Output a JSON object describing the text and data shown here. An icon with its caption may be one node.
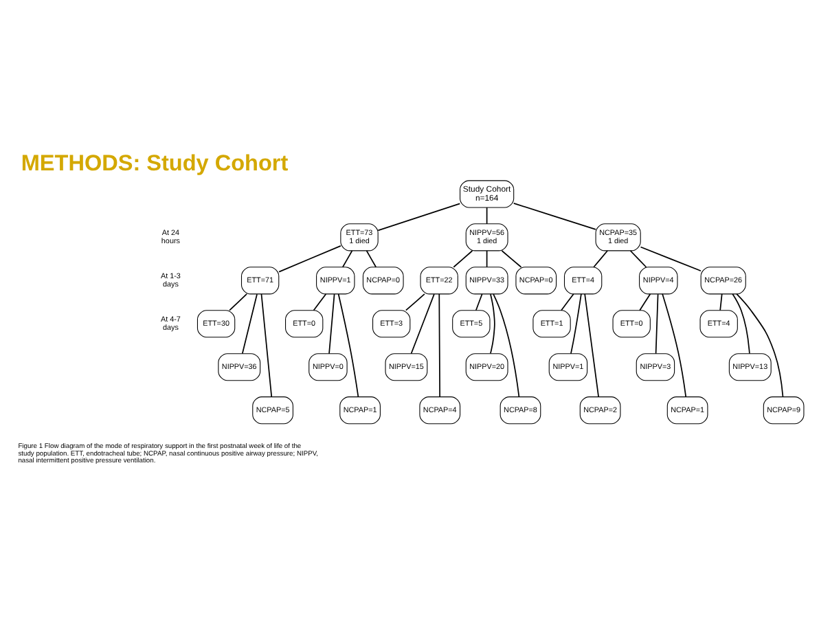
{
  "diagram": {
    "title": "METHODS: Study Cohort",
    "nodes": [
      {
        "text": [
          "Study Cohort",
          "n=164"
        ]
      },
      {
        "text": [
          "ETT=73",
          "1 died"
        ]
      },
      {
        "text": [
          "NIPPV=56",
          "1 died"
        ]
      },
      {
        "text": [
          "NCPAP=35",
          "1 died"
        ]
      },
      {
        "text": [
          "ETT=71"
        ]
      },
      {
        "text": [
          "NIPPV=1"
        ]
      },
      {
        "text": [
          "NCPAP=0"
        ]
      },
      {
        "text": [
          "ETT=22"
        ]
      },
      {
        "text": [
          "NIPPV=33"
        ]
      },
      {
        "text": [
          "NCPAP=0"
        ]
      },
      {
        "text": [
          "ETT=4"
        ]
      },
      {
        "text": [
          "NIPPV=4"
        ]
      },
      {
        "text": [
          "NCPAP=26"
        ]
      },
      {
        "text": [
          "ETT=30"
        ]
      },
      {
        "text": [
          "NIPPV=36"
        ]
      },
      {
        "text": [
          "NCPAP=5"
        ]
      },
      {
        "text": [
          "ETT=0"
        ]
      },
      {
        "text": [
          "NIPPV=0"
        ]
      },
      {
        "text": [
          "NCPAP=1"
        ]
      },
      {
        "text": [
          "ETT=3"
        ]
      },
      {
        "text": [
          "NIPPV=15"
        ]
      },
      {
        "text": [
          "NCPAP=4"
        ]
      },
      {
        "text": [
          "ETT=5"
        ]
      },
      {
        "text": [
          "NIPPV=20"
        ]
      },
      {
        "text": [
          "NCPAP=8"
        ]
      },
      {
        "text": [
          "ETT=1"
        ]
      },
      {
        "text": [
          "NIPPV=1"
        ]
      },
      {
        "text": [
          "NCPAP=2"
        ]
      },
      {
        "text": [
          "ETT=0"
        ]
      },
      {
        "text": [
          "NIPPV=3"
        ]
      },
      {
        "text": [
          "NCPAP=1"
        ]
      },
      {
        "text": [
          "ETT=4"
        ]
      },
      {
        "text": [
          "NIPPV=13"
        ]
      },
      {
        "text": [
          "NCPAP=9"
        ]
      }
    ],
    "edges": [
      {
        "from": 0,
        "to": 1,
        "arrow": "none"
      },
      {
        "from": 0,
        "to": 2,
        "arrow": "none"
      },
      {
        "from": 0,
        "to": 3,
        "arrow": "none"
      },
      {
        "from": 1,
        "to": 4,
        "arrow": "none"
      },
      {
        "from": 1,
        "to": 5,
        "arrow": "none"
      },
      {
        "from": 1,
        "to": 6,
        "arrow": "none"
      },
      {
        "from": 2,
        "to": 7,
        "arrow": "none"
      },
      {
        "from": 2,
        "to": 8,
        "arrow": "none"
      },
      {
        "from": 2,
        "to": 9,
        "arrow": "none"
      },
      {
        "from": 3,
        "to": 10,
        "arrow": "none"
      },
      {
        "from": 3,
        "to": 11,
        "arrow": "none"
      },
      {
        "from": 3,
        "to": 12,
        "arrow": "none"
      },
      {
        "from": 4,
        "to": 13,
        "arrow": "none"
      },
      {
        "from": 4,
        "to": 14,
        "arrow": "none"
      },
      {
        "from": 4,
        "to": 15,
        "arrow": "none"
      },
      {
        "from": 5,
        "to": 16,
        "arrow": "none"
      },
      {
        "from": 5,
        "to": 17,
        "arrow": "none"
      },
      {
        "from": 5,
        "to": 18,
        "arrow": "none"
      },
      {
        "from": 7,
        "to": 19,
        "arrow": "none"
      },
      {
        "from": 7,
        "to": 20,
        "arrow": "none"
      },
      {
        "from": 7,
        "to": 21,
        "arrow": "none"
      },
      {
        "from": 8,
        "to": 22,
        "arrow": "none"
      },
      {
        "from": 8,
        "to": 23,
        "arrow": "none"
      },
      {
        "from": 8,
        "to": 24,
        "arrow": "none"
      },
      {
        "from": 10,
        "to": 25,
        "arrow": "none"
      },
      {
        "from": 10,
        "to": 26,
        "arrow": "none"
      },
      {
        "from": 10,
        "to": 27,
        "arrow": "none"
      },
      {
        "from": 11,
        "to": 28,
        "arrow": "none"
      },
      {
        "from": 11,
        "to": 29,
        "arrow": "none"
      },
      {
        "from": 11,
        "to": 30,
        "arrow": "none"
      },
      {
        "from": 12,
        "to": 31,
        "arrow": "none"
      },
      {
        "from": 12,
        "to": 32,
        "arrow": "none"
      },
      {
        "from": 12,
        "to": 33,
        "arrow": "none"
      }
    ],
    "labels": [
      "At 24 hours",
      "At 1-3 days",
      "At 4-7 days",
      "Figure 1 Flow diagram of the mode of respiratory support in the first postnatal week of life of the study population. ETT, endotracheal tube; NCPAP, nasal continuous positive airway pressure; NIPPV, nasal intermittent positive pressure ventilation."
    ]
  }
}
